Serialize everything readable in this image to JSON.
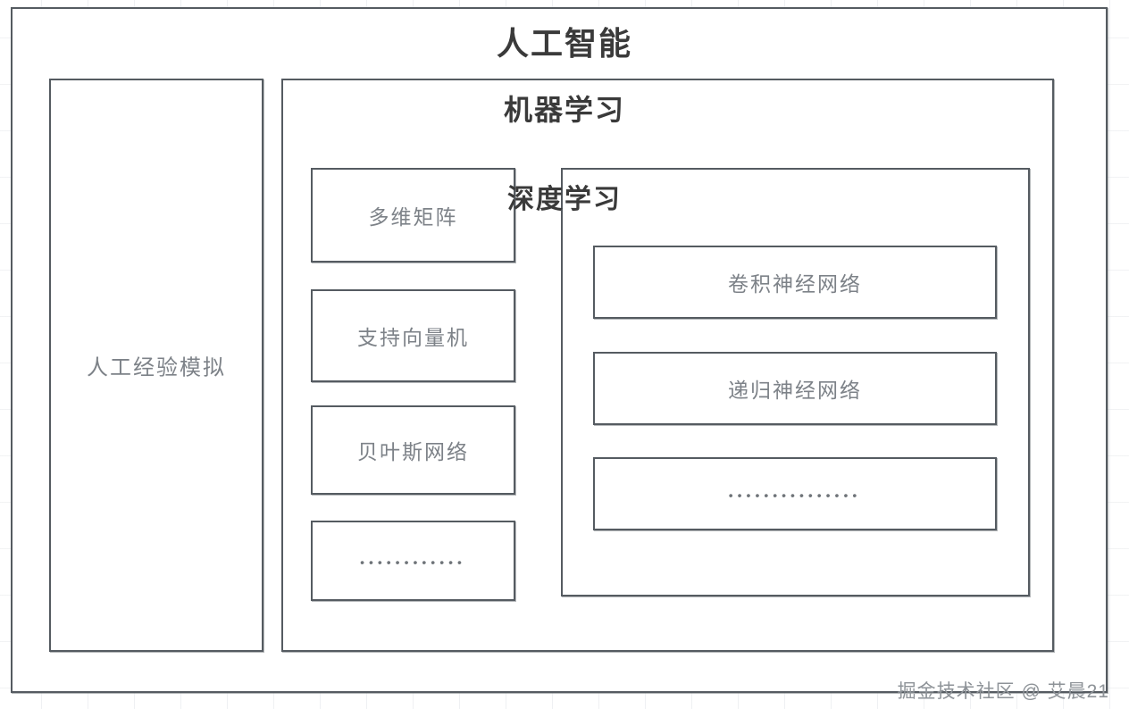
{
  "diagram": {
    "root": {
      "title": "人工智能"
    },
    "left_branch": {
      "label": "人工经验模拟"
    },
    "machine_learning": {
      "title": "机器学习",
      "items": [
        {
          "label": "多维矩阵",
          "is_ellipsis": false
        },
        {
          "label": "支持向量机",
          "is_ellipsis": false
        },
        {
          "label": "贝叶斯网络",
          "is_ellipsis": false
        },
        {
          "label": "••••••••••••",
          "is_ellipsis": true
        }
      ]
    },
    "deep_learning": {
      "title": "深度学习",
      "items": [
        {
          "label": "卷积神经网络",
          "is_ellipsis": false
        },
        {
          "label": "递归神经网络",
          "is_ellipsis": false
        },
        {
          "label": "•••••••••••••••",
          "is_ellipsis": true
        }
      ]
    }
  },
  "watermark": {
    "text": "掘金技术社区 @ 艾晨21"
  },
  "colors": {
    "border": "#555b61",
    "title_text": "#3a3a3a",
    "leaf_text": "#7d8288",
    "background": "#ffffff",
    "grid_line": "#d2d6dc",
    "watermark_text": "#8e9398"
  }
}
